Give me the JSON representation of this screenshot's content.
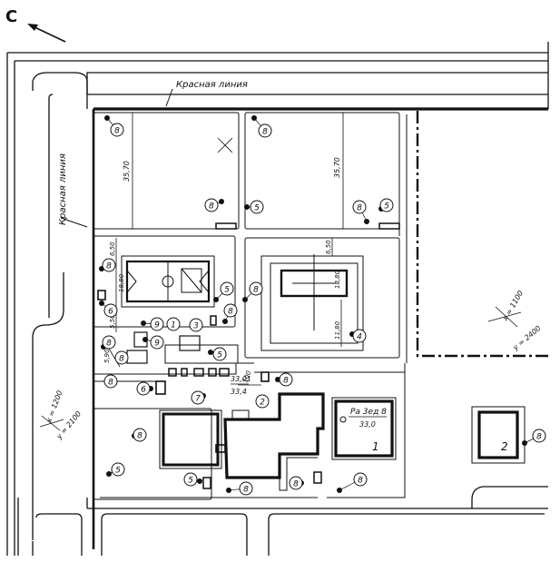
{
  "north_arrow": {
    "letter": "С"
  },
  "labels": {
    "red_line_top": "Красная линия",
    "red_line_left": "Красная линия",
    "coord_top_right": {
      "x": "x = 1100",
      "y": "y = 2400"
    },
    "coord_left": {
      "x": "x = 1200",
      "y": "y = 2100"
    },
    "dim_left_plot": "35,70",
    "dim_right_plot": "35,70",
    "dim_650_a": "6,50",
    "dim_650_b": "6,50",
    "dim_1880_a": "18,80",
    "dim_1880_b": "18,80",
    "dim_1180": "11,80",
    "dim_550": "5,50",
    "dim_5_90": "5,90",
    "dim_100": "100",
    "elev_a": "33,01",
    "elev_b": "33,4",
    "building_1_name": "Ра 3ед 8",
    "building_1_elev": "33,0",
    "building_1_number": "1",
    "building_2_number": "2"
  },
  "markers": [
    {
      "id": "m1",
      "text": "8"
    },
    {
      "id": "m2",
      "text": "8"
    },
    {
      "id": "m3",
      "text": "8"
    },
    {
      "id": "m4",
      "text": "5"
    },
    {
      "id": "m5",
      "text": "8"
    },
    {
      "id": "m6",
      "text": "5"
    },
    {
      "id": "m7",
      "text": "8"
    },
    {
      "id": "m8",
      "text": "6"
    },
    {
      "id": "m9",
      "text": "8"
    },
    {
      "id": "m10",
      "text": "5"
    },
    {
      "id": "m11",
      "text": "8"
    },
    {
      "id": "m12",
      "text": "4"
    },
    {
      "id": "m13",
      "text": "9"
    },
    {
      "id": "m14",
      "text": "9"
    },
    {
      "id": "m15",
      "text": "1"
    },
    {
      "id": "m16",
      "text": "3"
    },
    {
      "id": "m17",
      "text": "8"
    },
    {
      "id": "m18",
      "text": "8"
    },
    {
      "id": "m19",
      "text": "5"
    },
    {
      "id": "m20",
      "text": "6"
    },
    {
      "id": "m21",
      "text": "7"
    },
    {
      "id": "m22",
      "text": "2"
    },
    {
      "id": "m23",
      "text": "8"
    },
    {
      "id": "m24",
      "text": "8"
    },
    {
      "id": "m25",
      "text": "8"
    },
    {
      "id": "m26",
      "text": "5"
    },
    {
      "id": "m27",
      "text": "8"
    },
    {
      "id": "m28",
      "text": "5"
    },
    {
      "id": "m29",
      "text": "8"
    },
    {
      "id": "m30",
      "text": "8"
    },
    {
      "id": "m31",
      "text": "8"
    }
  ]
}
